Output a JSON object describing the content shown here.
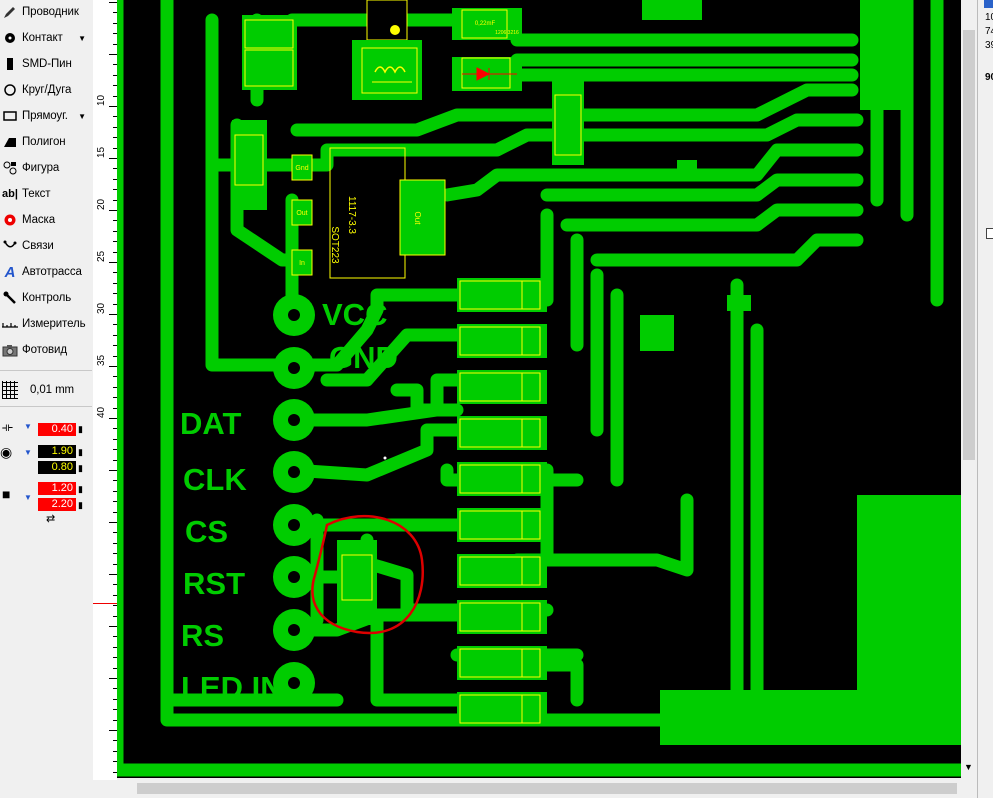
{
  "toolbar": {
    "tools": [
      {
        "label": "Проводник",
        "icon": "pencil-icon",
        "dropdown": false
      },
      {
        "label": "Контакт",
        "icon": "pad-icon",
        "dropdown": true
      },
      {
        "label": "SMD-Пин",
        "icon": "smd-pin-icon",
        "dropdown": false
      },
      {
        "label": "Круг/Дуга",
        "icon": "circle-icon",
        "dropdown": false
      },
      {
        "label": "Прямоуг.",
        "icon": "rectangle-icon",
        "dropdown": true
      },
      {
        "label": "Полигон",
        "icon": "polygon-icon",
        "dropdown": false
      },
      {
        "label": "Фигура",
        "icon": "shape-icon",
        "dropdown": false
      },
      {
        "label": "Текст",
        "icon": "text-icon",
        "dropdown": false
      },
      {
        "label": "Маска",
        "icon": "mask-icon",
        "dropdown": false
      },
      {
        "label": "Связи",
        "icon": "connections-icon",
        "dropdown": false
      },
      {
        "label": "Автотрасса",
        "icon": "autoroute-icon",
        "dropdown": false
      },
      {
        "label": "Контроль",
        "icon": "check-icon",
        "dropdown": false
      },
      {
        "label": "Измеритель",
        "icon": "ruler-icon",
        "dropdown": false
      },
      {
        "label": "Фотовид",
        "icon": "camera-icon",
        "dropdown": false
      }
    ],
    "grid_step": "0,01 mm",
    "track_width": "0.40",
    "pad_outer": "1.90",
    "pad_inner": "0.80",
    "smd_width": "1.20",
    "smd_height": "2.20"
  },
  "ruler": {
    "marks": [
      "10",
      "15",
      "20",
      "25",
      "30",
      "35",
      "40"
    ]
  },
  "board": {
    "labels": [
      "VCC",
      "GND",
      "DAT",
      "CLK",
      "CS",
      "RST",
      "RS",
      "LED IN"
    ],
    "component_texts": {
      "sot": "SOT223",
      "reg": "1117-3.3",
      "out_pin": "Out",
      "gnd_pin": "Gnd",
      "in_pin": "In",
      "cap": "0,22mF",
      "cap_size": "1206 3216"
    },
    "colors": {
      "copper": "#00cc00",
      "board": "#000000",
      "silk": "#ffff00",
      "highlight": "#dd0000"
    }
  },
  "right_panel": {
    "numbers": [
      "10",
      "74",
      "39",
      "90"
    ]
  }
}
